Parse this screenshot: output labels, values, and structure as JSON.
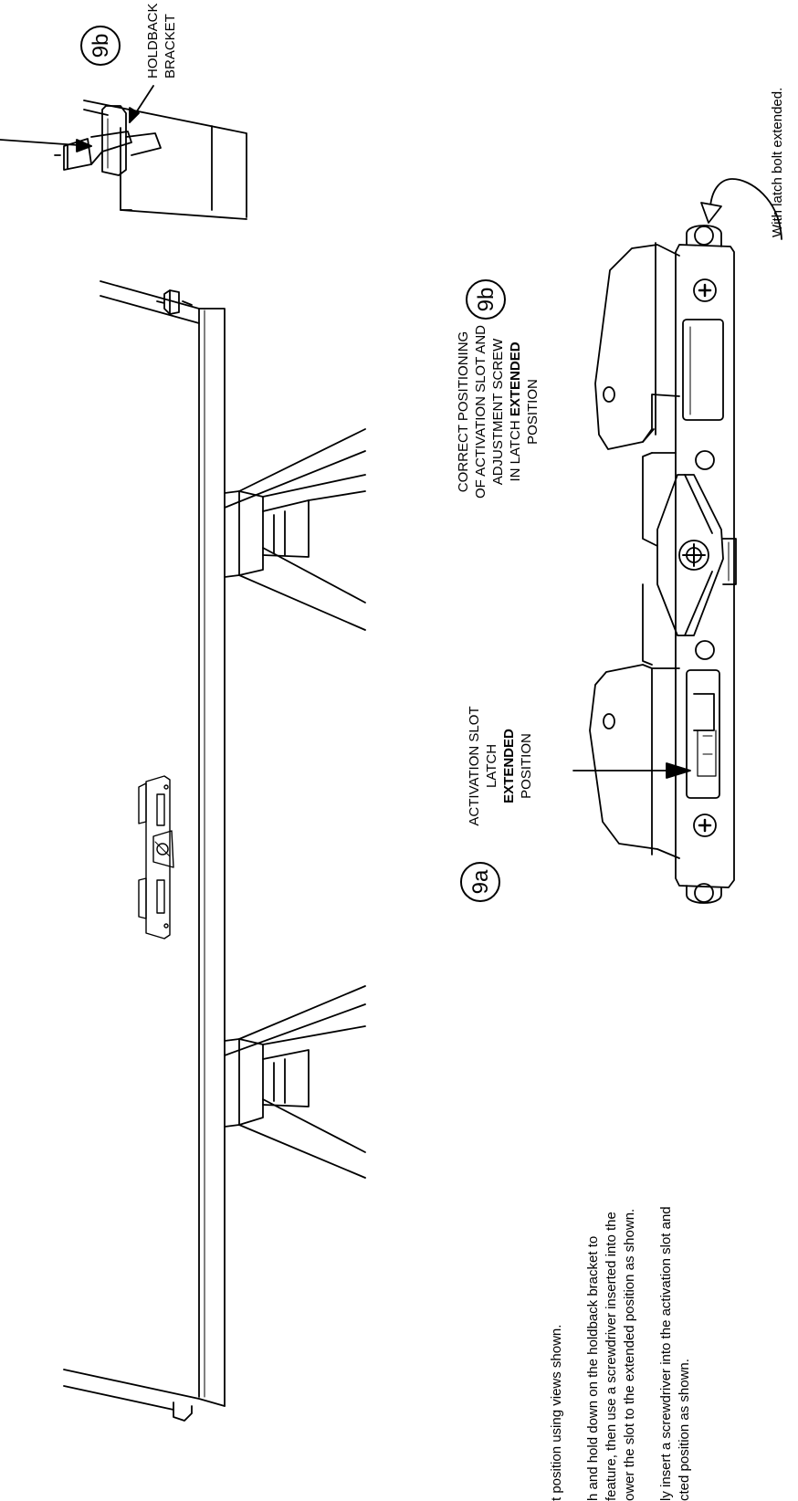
{
  "callouts": {
    "top_right": "9b",
    "middle": "9b",
    "bottom": "9a"
  },
  "labels": {
    "holdback_line1": "HOLDBACK",
    "holdback_line2": "BRACKET",
    "correct_line1": "CORRECT POSITIONING",
    "correct_line2": "OF ACTIVATION SLOT AND",
    "correct_line3": "ADJUSTMENT SCREW",
    "correct_line4_pre": "IN LATCH ",
    "correct_line4_bold": "EXTENDED",
    "correct_line5": "POSITION",
    "activation_line1": "ACTIVATION SLOT",
    "activation_line2": "LATCH",
    "activation_line3_bold": "EXTENDED",
    "activation_line4": "POSITION",
    "latch_bolt_note": "With latch bolt extended."
  },
  "instructions": {
    "line1": "t position using views shown.",
    "line2": "h and hold down on the holdback bracket to",
    "line3": "feature, then use a screwdriver inserted into the",
    "line4": "ower the slot to the extended position as shown.",
    "line5": "ly insert a screwdriver into the activation slot and",
    "line6": "cted position as shown."
  }
}
